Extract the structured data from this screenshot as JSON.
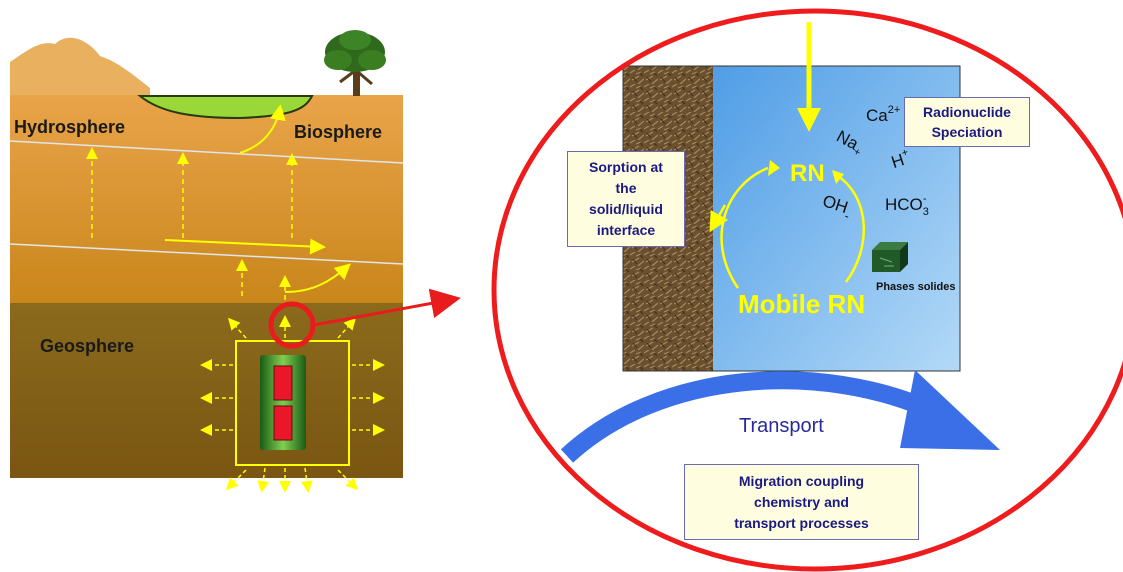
{
  "left_panel": {
    "hydrosphere": "Hydrosphere",
    "biosphere": "Biosphere",
    "geosphere": "Geosphere"
  },
  "zoom": {
    "rn": "RN",
    "mobile_rn": "Mobile RN",
    "phases_solides": "Phases solides",
    "transport": "Transport",
    "ions": {
      "ca": "Ca",
      "ca_sup": "2+",
      "na": "Na",
      "na_sup": "+",
      "h": "H",
      "h_sup": "+",
      "oh": "OH",
      "oh_sup": "-",
      "hco": "HCO",
      "hco_sub": "3",
      "hco_sup": "-"
    }
  },
  "boxes": {
    "sorption": [
      "Sorption at",
      "the",
      "solid/liquid",
      "interface"
    ],
    "speciation": [
      "Radionuclide",
      "Speciation"
    ],
    "migration": [
      "Migration coupling",
      "chemistry and",
      "transport processes"
    ]
  },
  "colors": {
    "soil_top": "#e0a24a",
    "soil_bottom": "#c8861c",
    "geosphere": "#8a6418",
    "water": "#7db9ee",
    "ellipse": "#ee1c1c",
    "arrow_yellow": "#ffff00",
    "transport_blue": "#3a6fe8"
  }
}
